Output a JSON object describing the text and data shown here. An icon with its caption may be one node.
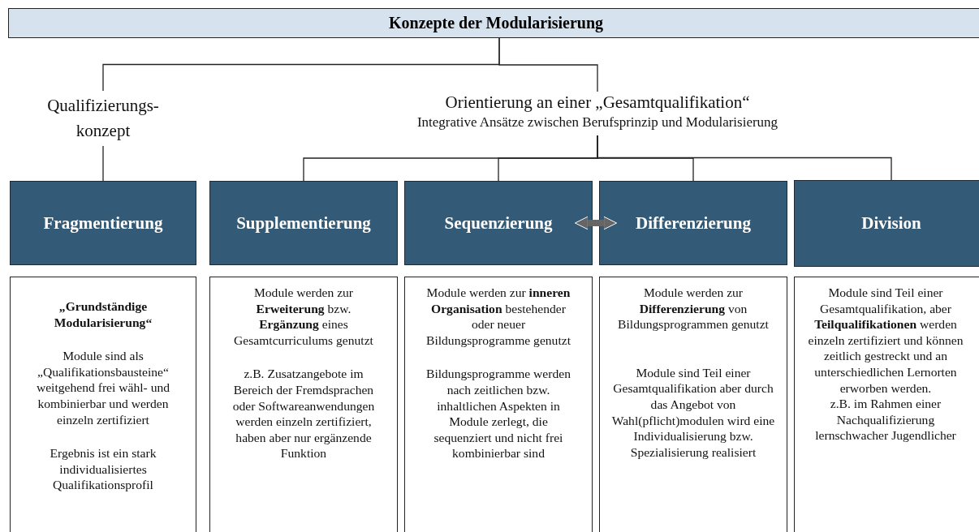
{
  "diagram": {
    "nodes": [
      {
        "text": [
          "Konzepte der Modularisierung"
        ]
      },
      {
        "text": [
          "Qualifizierungs- konzept"
        ]
      },
      {
        "text": [
          "Orientierung an einer „Gesamtqualifikation“",
          "Integrative Ansätze zwischen Berufsprinzip und Modularisierung"
        ]
      },
      {
        "text": [
          "Fragmentierung"
        ]
      },
      {
        "text": [
          "Supplementierung"
        ]
      },
      {
        "text": [
          "Sequenzierung"
        ]
      },
      {
        "text": [
          "Differenzierung"
        ]
      },
      {
        "text": [
          "Division"
        ]
      },
      {
        "text": [
          "**„Grundständige Modularisierung“**",
          "Module sind als „Qualifikationsbausteine“ weitgehend frei wähl- und kombinierbar und werden einzeln zertifiziert",
          "Ergebnis ist ein stark individualisiertes Qualifikationsprofil"
        ]
      },
      {
        "text": [
          "Module werden zur **Erweiterung** bzw. **Ergänzung** eines Gesamtcurriculums genutzt",
          "z.B. Zusatzangebote im Bereich der Fremdsprachen oder Softwareanwendungen werden einzeln zertifiziert, haben aber nur ergänzende Funktion"
        ]
      },
      {
        "text": [
          "Module werden zur **inneren Organisation** bestehender oder neuer Bildungsprogramme genutzt",
          "Bildungsprogramme werden nach zeitlichen bzw. inhaltlichen Aspekten in Module zerlegt, die sequenziert und nicht frei kombinierbar sind"
        ]
      },
      {
        "text": [
          "Module werden zur **Differenzierung** von Bildungsprogrammen genutzt",
          "Module sind Teil einer Gesamtqualifikation aber durch das Angebot von Wahl(pflicht)modulen wird eine Individualisierung bzw. Spezialisierung realisiert"
        ]
      },
      {
        "text": [
          "Module sind Teil einer Gesamtqualifikation, aber **Teilqualifikationen** werden einzeln zertifiziert und können zeitlich gestreckt und an unterschiedlichen Lernorten erworben werden.",
          "z.B. im Rahmen einer Nachqualifizierung lernschwacher Jugendlicher"
        ]
      }
    ],
    "edges": [
      {
        "from": 0,
        "to": 1,
        "arrow": "none"
      },
      {
        "from": 0,
        "to": 2,
        "arrow": "none"
      },
      {
        "from": 1,
        "to": 3,
        "arrow": "none"
      },
      {
        "from": 2,
        "to": 4,
        "arrow": "none"
      },
      {
        "from": 2,
        "to": 5,
        "arrow": "none"
      },
      {
        "from": 2,
        "to": 6,
        "arrow": "none"
      },
      {
        "from": 2,
        "to": 7,
        "arrow": "none"
      },
      {
        "from": 5,
        "to": 6,
        "arrow": "both",
        "style": "thick",
        "color": "#666666"
      }
    ]
  }
}
